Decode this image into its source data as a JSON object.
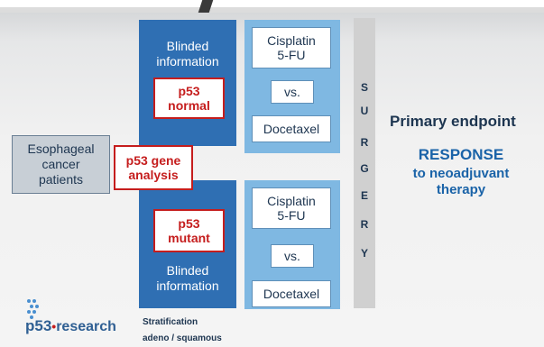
{
  "left_box": {
    "line1": "Esophageal",
    "line2": "cancer",
    "line3": "patients"
  },
  "gene_analysis": {
    "line1": "p53 gene",
    "line2": "analysis"
  },
  "upper_arm": {
    "blinded_line1": "Blinded",
    "blinded_line2": "information",
    "status_line1": "p53",
    "status_line2": "normal",
    "drug1_line1": "Cisplatin",
    "drug1_line2": "5-FU",
    "vs": "vs.",
    "drug2": "Docetaxel"
  },
  "lower_arm": {
    "status_line1": "p53",
    "status_line2": "mutant",
    "blinded_line1": "Blinded",
    "blinded_line2": "information",
    "drug1_line1": "Cisplatin",
    "drug1_line2": "5-FU",
    "vs": "vs.",
    "drug2": "Docetaxel"
  },
  "surgery_letters": [
    "S",
    "U",
    "R",
    "G",
    "E",
    "R",
    "Y"
  ],
  "endpoint": {
    "title": "Primary endpoint",
    "response": "RESPONSE",
    "line2": "to neoadjuvant",
    "line3": "therapy"
  },
  "logo": {
    "p53": "p53",
    "dot": "•",
    "research": "research"
  },
  "stratification": {
    "line1": "Stratification",
    "line2": "adeno / squamous"
  }
}
